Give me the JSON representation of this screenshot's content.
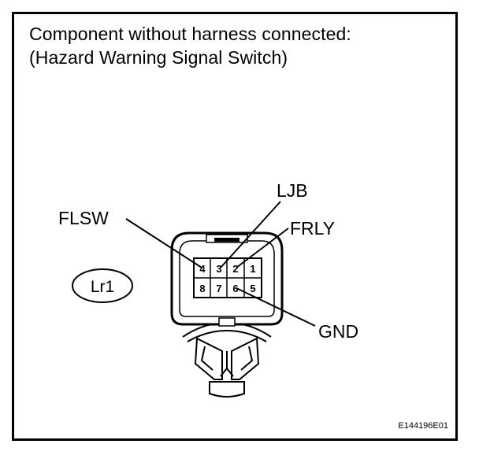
{
  "caption": {
    "line1": "Component without harness connected:",
    "line2": "(Hazard Warning Signal Switch)"
  },
  "connector_id": "Lr1",
  "pins": {
    "top": [
      "4",
      "3",
      "2",
      "1"
    ],
    "bottom": [
      "8",
      "7",
      "6",
      "5"
    ]
  },
  "terminals": {
    "flsw": "FLSW",
    "ljb": "LJB",
    "frly": "FRLY",
    "gnd": "GND"
  },
  "figure_code": "E144196E01"
}
